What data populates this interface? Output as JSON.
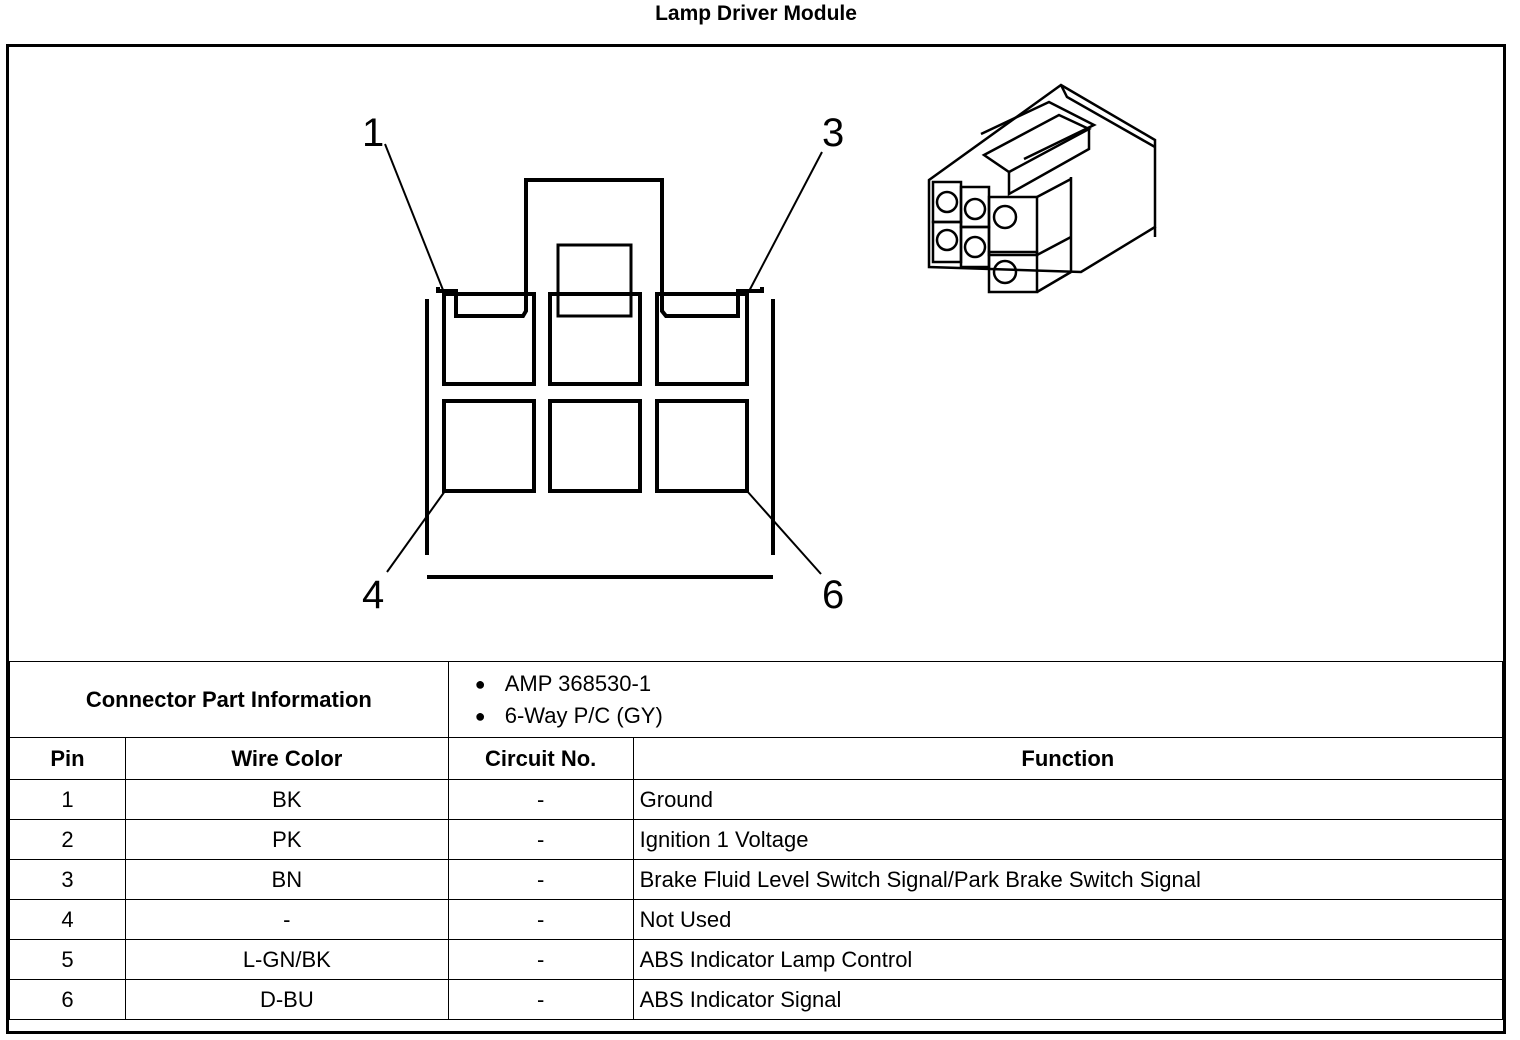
{
  "title": "Lamp Driver Module",
  "diagram": {
    "pin_callouts": [
      "1",
      "3",
      "4",
      "6"
    ]
  },
  "connector_info": {
    "label": "Connector Part Information",
    "items": [
      "AMP 368530-1",
      "6-Way P/C (GY)"
    ]
  },
  "table": {
    "headers": [
      "Pin",
      "Wire Color",
      "Circuit No.",
      "Function"
    ],
    "rows": [
      {
        "pin": "1",
        "wire": "BK",
        "circuit": "-",
        "function": "Ground"
      },
      {
        "pin": "2",
        "wire": "PK",
        "circuit": "-",
        "function": "Ignition 1 Voltage"
      },
      {
        "pin": "3",
        "wire": "BN",
        "circuit": "-",
        "function": "Brake Fluid Level Switch Signal/Park Brake Switch Signal"
      },
      {
        "pin": "4",
        "wire": "-",
        "circuit": "-",
        "function": "Not Used"
      },
      {
        "pin": "5",
        "wire": "L-GN/BK",
        "circuit": "-",
        "function": "ABS Indicator Lamp Control"
      },
      {
        "pin": "6",
        "wire": "D-BU",
        "circuit": "-",
        "function": "ABS Indicator Signal"
      }
    ]
  }
}
